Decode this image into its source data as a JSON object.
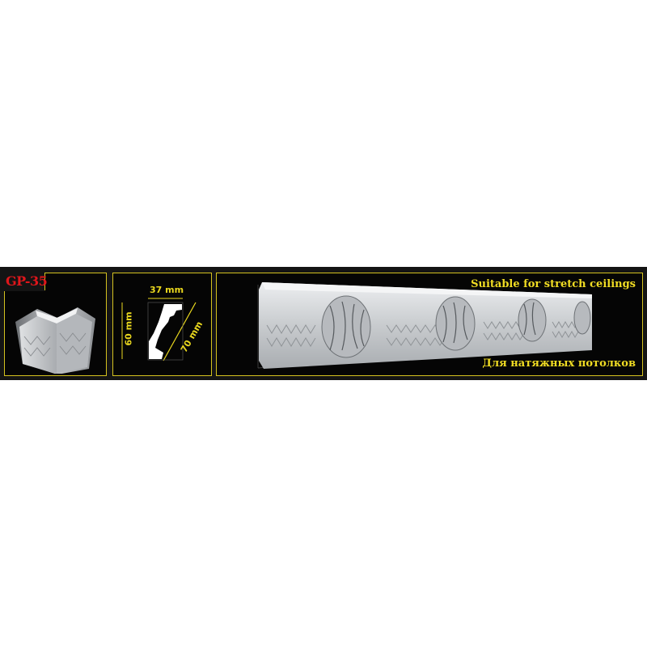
{
  "product": {
    "code": "GP-35",
    "code_color": "#e0161b"
  },
  "dimensions": {
    "width": "37 mm",
    "height": "60 mm",
    "diagonal": "70 mm"
  },
  "captions": {
    "english": "Suitable for stretch ceilings",
    "russian": "Для натяжных потолков"
  },
  "colors": {
    "frame": "#d4c21f",
    "text_accent": "#f0dc23",
    "panel_bg": "#050505",
    "band_bg": "#141414",
    "page_bg": "#ffffff"
  },
  "panels": [
    {
      "name": "corner-view",
      "content": "corner-molding-image"
    },
    {
      "name": "profile-section",
      "content": "cross-section-diagram"
    },
    {
      "name": "molding-view",
      "content": "cornice-molding-image"
    }
  ]
}
